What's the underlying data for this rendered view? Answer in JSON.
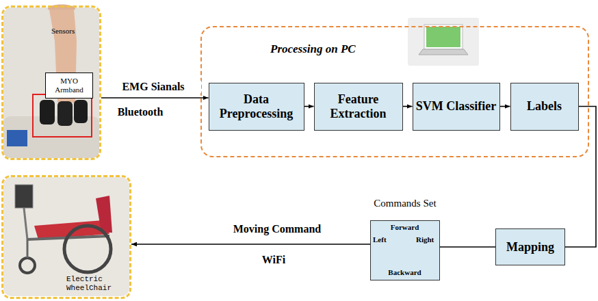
{
  "diagram": {
    "nodes": [
      {
        "text": [
          "Sensors"
        ]
      },
      {
        "text": [
          "MYO Armband"
        ],
        "in": 0
      },
      {
        "text": [
          "Processing on PC"
        ]
      },
      {
        "text": [
          "Data Preprocessing"
        ],
        "in": 2
      },
      {
        "text": [
          "Feature Extraction"
        ],
        "in": 2
      },
      {
        "text": [
          "SVM Classifier"
        ],
        "in": 2
      },
      {
        "text": [
          "Labels"
        ],
        "in": 2
      },
      {
        "text": [
          "Mapping"
        ]
      },
      {
        "text": [
          "Commands Set",
          "Forward",
          "Left",
          "Right",
          "Backward"
        ]
      },
      {
        "text": [
          "Electric WheelChair"
        ]
      }
    ],
    "edges": [
      {
        "from": 0,
        "to": 3,
        "label": "EMG Sianals",
        "arrow": "to"
      },
      {
        "from": 3,
        "to": 4,
        "arrow": "to"
      },
      {
        "from": 4,
        "to": 5,
        "arrow": "to"
      },
      {
        "from": 5,
        "to": 6,
        "arrow": "to"
      },
      {
        "from": 6,
        "to": 7,
        "arrow": "none"
      },
      {
        "from": 7,
        "to": 8,
        "arrow": "none"
      },
      {
        "from": 8,
        "to": 9,
        "label": "Moving Command",
        "arrow": "to"
      }
    ],
    "labels": [
      "Bluetooth",
      "WiFi"
    ]
  }
}
